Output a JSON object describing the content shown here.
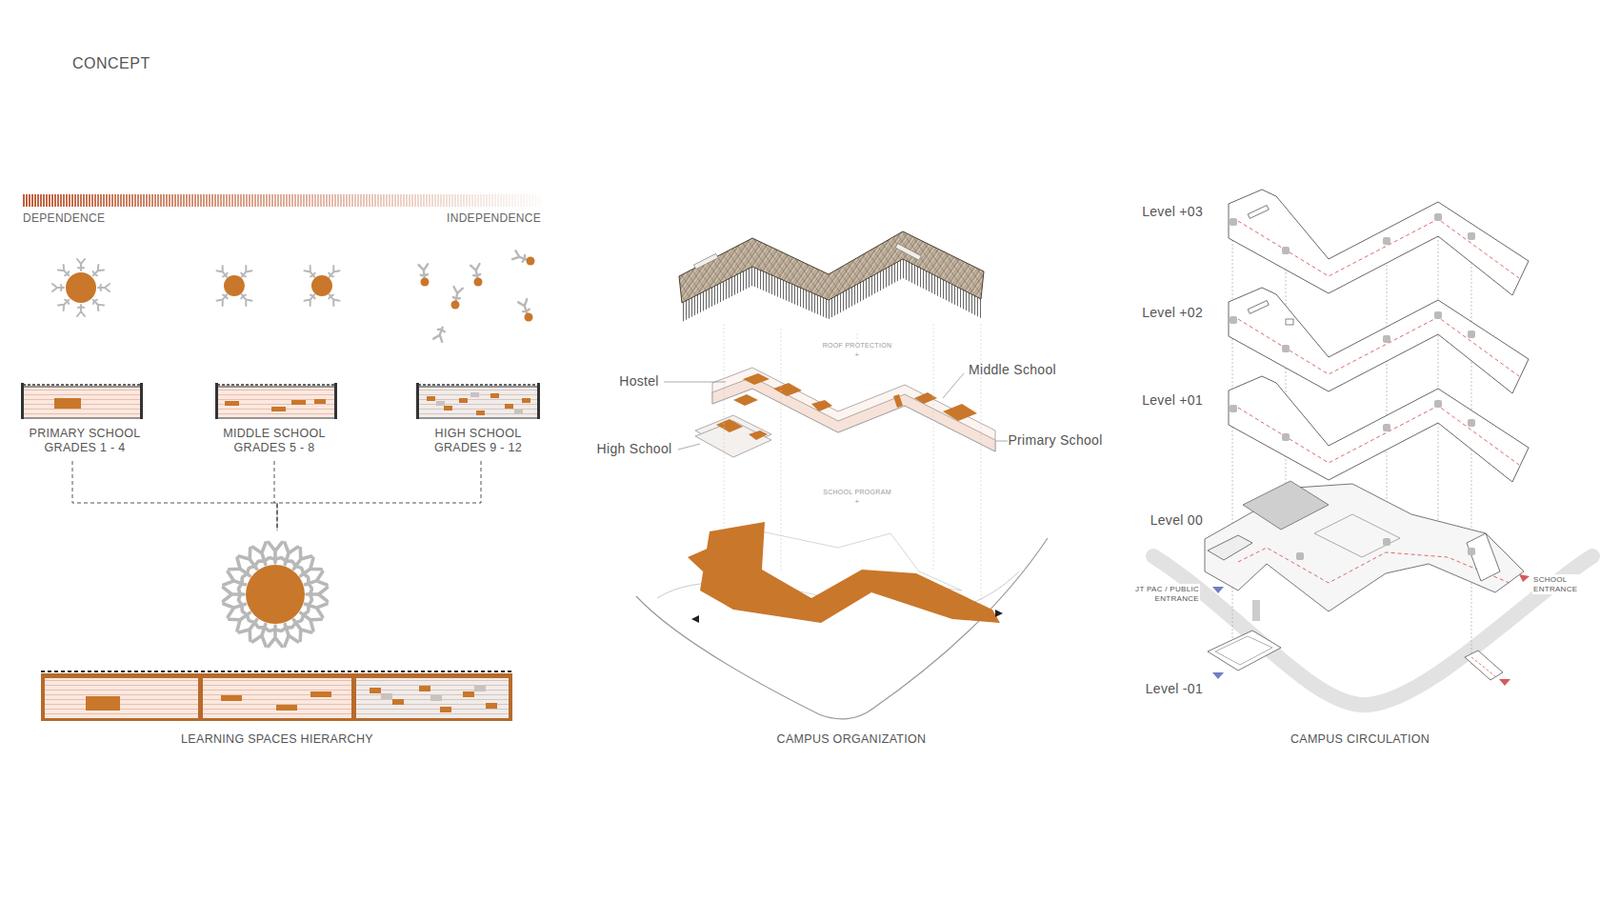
{
  "diagram": {
    "title": "CONCEPT",
    "nodes": [
      {
        "text": [
          "PRIMARY SCHOOL GRADES 1 - 4"
        ]
      },
      {
        "text": [
          "MIDDLE SCHOOL GRADES 5 - 8"
        ]
      },
      {
        "text": [
          "HIGH SCHOOL GRADES 9 - 12"
        ]
      },
      {
        "text": [
          "LEARNING SPACES HIERARCHY"
        ]
      }
    ],
    "edges": [
      {
        "from": 0,
        "to": 3,
        "arrow": "none"
      },
      {
        "from": 1,
        "to": 3,
        "arrow": "none"
      },
      {
        "from": 2,
        "to": 3,
        "arrow": "none"
      }
    ],
    "labels": [
      "DEPENDENCE",
      "INDEPENDENCE",
      "ROOF PROTECTION",
      "+",
      "Hostel",
      "Middle School",
      "High School",
      "Primary School",
      "SCHOOL PROGRAM",
      "+",
      "CAMPUS ORGANIZATION",
      "Level +03",
      "Level +02",
      "Level +01",
      "Level 00",
      "JT PAC / PUBLIC ENTRANCE",
      "SCHOOL ENTRANCE",
      "Level -01",
      "CAMPUS CIRCULATION"
    ]
  }
}
